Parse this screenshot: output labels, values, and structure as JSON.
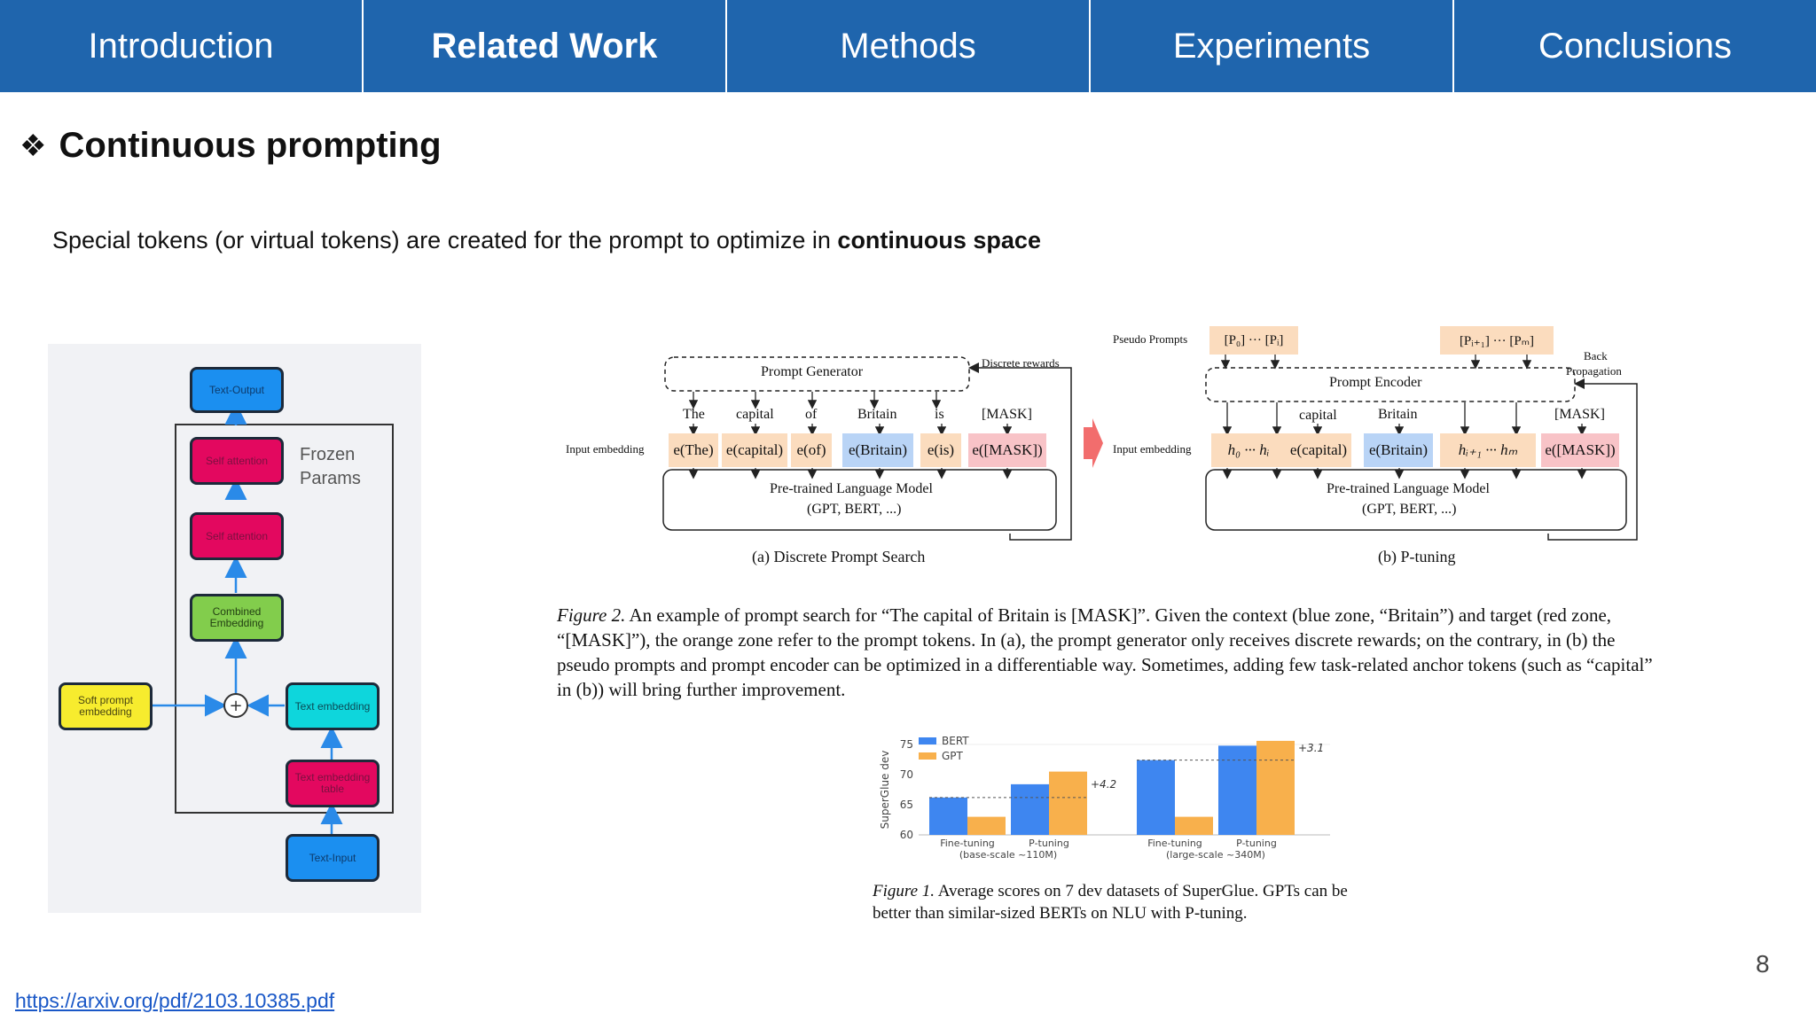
{
  "nav": {
    "tabs": [
      {
        "label": "Introduction"
      },
      {
        "label": "Related Work",
        "active": true
      },
      {
        "label": "Methods"
      },
      {
        "label": "Experiments"
      },
      {
        "label": "Conclusions"
      }
    ]
  },
  "slide": {
    "bullet": "❖",
    "title": "Continuous prompting",
    "subtitle_prefix": "Special tokens (or virtual tokens) are created for the prompt to optimize in ",
    "subtitle_bold": "continuous space",
    "page_number": "8",
    "source_link": "https://arxiv.org/pdf/2103.10385.pdf"
  },
  "arch": {
    "frozen_line1": "Frozen",
    "frozen_line2": "Params",
    "blocks": {
      "text_output": "Text-Output",
      "self_attention_top": "Self attention",
      "self_attention_bottom": "Self attention",
      "combined_embedding": "Combined Embedding",
      "soft_prompt": "Soft prompt embedding",
      "text_embedding": "Text embedding",
      "text_embedding_table": "Text embedding table",
      "text_input": "Text-Input"
    },
    "colors": {
      "blue": "#1b8ff0",
      "pink": "#e3085f",
      "green": "#82cd4c",
      "cyan": "#0ed6dc",
      "yellow": "#f7ec2e"
    }
  },
  "fig2": {
    "a": {
      "prompt_generator": "Prompt Generator",
      "discrete_rewards": "Discrete rewards",
      "words": [
        "The",
        "capital",
        "of",
        "Britain",
        "is",
        "[MASK]"
      ],
      "input_embedding": "Input embedding",
      "tokens": [
        "e(The)",
        "e(capital)",
        "e(of)",
        "e(Britain)",
        "e(is)",
        "e([MASK])"
      ],
      "plm_line1": "Pre-trained Language Model",
      "plm_line2": "(GPT, BERT, ...)",
      "caption": "(a) Discrete Prompt Search"
    },
    "b": {
      "pseudo_prompts": "Pseudo Prompts",
      "pseudo_left": "[P₀] ··· [Pᵢ]",
      "pseudo_right": "[Pᵢ₊₁] ··· [Pₘ]",
      "back_line1": "Back",
      "back_line2": "Propagation",
      "prompt_encoder": "Prompt Encoder",
      "words": [
        "capital",
        "Britain",
        "[MASK]"
      ],
      "input_embedding": "Input embedding",
      "tokens": [
        "h₀  ···  hᵢ",
        "e(capital)",
        "e(Britain)",
        "hᵢ₊₁ ··· hₘ",
        "e([MASK])"
      ],
      "plm_line1": "Pre-trained Language Model",
      "plm_line2": "(GPT, BERT, ...)",
      "caption": "(b) P-tuning"
    },
    "caption_label": "Figure 2.",
    "caption_text": " An example of prompt search for “The capital of Britain is [MASK]”. Given the context (blue zone, “Britain”) and target (red zone, “[MASK]”), the orange zone refer to the prompt tokens. In (a), the prompt generator only receives discrete rewards; on the contrary, in (b) the pseudo prompts and prompt encoder can be optimized in a differentiable way. Sometimes, adding few task-related anchor tokens (such as “capital” in (b)) will bring further improvement.",
    "colors": {
      "orange": "#fbdcbe",
      "blue": "#b9d4f6",
      "red": "#f8c3c7"
    }
  },
  "chart_data": {
    "type": "bar",
    "ylabel": "SuperGlue dev",
    "ylim": [
      60,
      75
    ],
    "yticks": [
      60,
      65,
      70,
      75
    ],
    "groups": [
      {
        "label_line1": "Fine-tuning",
        "label_line2": "(base-scale ~110M)",
        "pair": 0
      },
      {
        "label_line1": "P-tuning",
        "label_line2": "",
        "pair": 0
      },
      {
        "label_line1": "Fine-tuning",
        "label_line2": "(large-scale ~340M)",
        "pair": 1
      },
      {
        "label_line1": "P-tuning",
        "label_line2": "",
        "pair": 1
      }
    ],
    "series": [
      {
        "name": "BERT",
        "color": "#3e86f0",
        "values": [
          66.2,
          68.4,
          72.4,
          74.8
        ]
      },
      {
        "name": "GPT",
        "color": "#f8b04c",
        "values": [
          63.0,
          70.5,
          63.0,
          75.6
        ]
      }
    ],
    "annotations": [
      "+4.2",
      "+3.1"
    ],
    "legend": "top-left"
  },
  "fig1": {
    "caption_label": "Figure 1.",
    "caption_text": " Average scores on 7 dev datasets of SuperGlue. GPTs can be better than similar-sized BERTs on NLU with P-tuning."
  }
}
